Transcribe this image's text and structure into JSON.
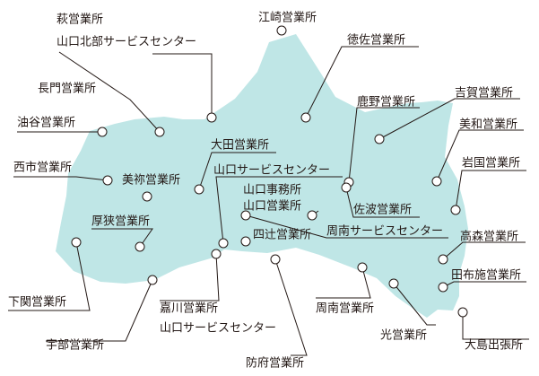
{
  "map": {
    "land_color": "#bfe6e6",
    "marker_color": "#ffffff",
    "line_color": "#231815",
    "locations": [
      {
        "id": "hagi",
        "lines": [
          "萩営業所",
          "山口北部サービスセンター"
        ]
      },
      {
        "id": "esaki",
        "lines": [
          "江崎営業所"
        ]
      },
      {
        "id": "tokusa",
        "lines": [
          "徳佐営業所"
        ]
      },
      {
        "id": "nagato",
        "lines": [
          "長門営業所"
        ]
      },
      {
        "id": "kanonoo",
        "lines": [
          "鹿野営業所"
        ]
      },
      {
        "id": "yoshika",
        "lines": [
          "吉賀営業所"
        ]
      },
      {
        "id": "yutani",
        "lines": [
          "油谷営業所"
        ]
      },
      {
        "id": "miwa",
        "lines": [
          "美和営業所"
        ]
      },
      {
        "id": "ota",
        "lines": [
          "大田営業所"
        ]
      },
      {
        "id": "nishiichi",
        "lines": [
          "西市営業所"
        ]
      },
      {
        "id": "iwakuni",
        "lines": [
          "岩国営業所"
        ]
      },
      {
        "id": "yamaguchi-sc",
        "lines": [
          "山口サービスセンター"
        ]
      },
      {
        "id": "mine",
        "lines": [
          "美祢営業所"
        ]
      },
      {
        "id": "yamaguchi-office",
        "lines": [
          "山口事務所",
          "山口営業所"
        ]
      },
      {
        "id": "sabani",
        "lines": [
          "佐波営業所"
        ]
      },
      {
        "id": "asa",
        "lines": [
          "厚狭営業所"
        ]
      },
      {
        "id": "shunan-sc",
        "lines": [
          "周南サービスセンター"
        ]
      },
      {
        "id": "yotsutsuji",
        "lines": [
          "四辻営業所"
        ]
      },
      {
        "id": "takamori",
        "lines": [
          "高森営業所"
        ]
      },
      {
        "id": "tabuse",
        "lines": [
          "田布施営業所"
        ]
      },
      {
        "id": "shimonoseki",
        "lines": [
          "下関営業所"
        ]
      },
      {
        "id": "kawara",
        "lines": [
          "嘉川営業所",
          "山口サービスセンター"
        ]
      },
      {
        "id": "shunan",
        "lines": [
          "周南営業所"
        ]
      },
      {
        "id": "ube",
        "lines": [
          "宇部営業所"
        ]
      },
      {
        "id": "hikari",
        "lines": [
          "光営業所"
        ]
      },
      {
        "id": "oshima",
        "lines": [
          "大島出張所"
        ]
      },
      {
        "id": "hofu",
        "lines": [
          "防府営業所"
        ]
      }
    ]
  }
}
